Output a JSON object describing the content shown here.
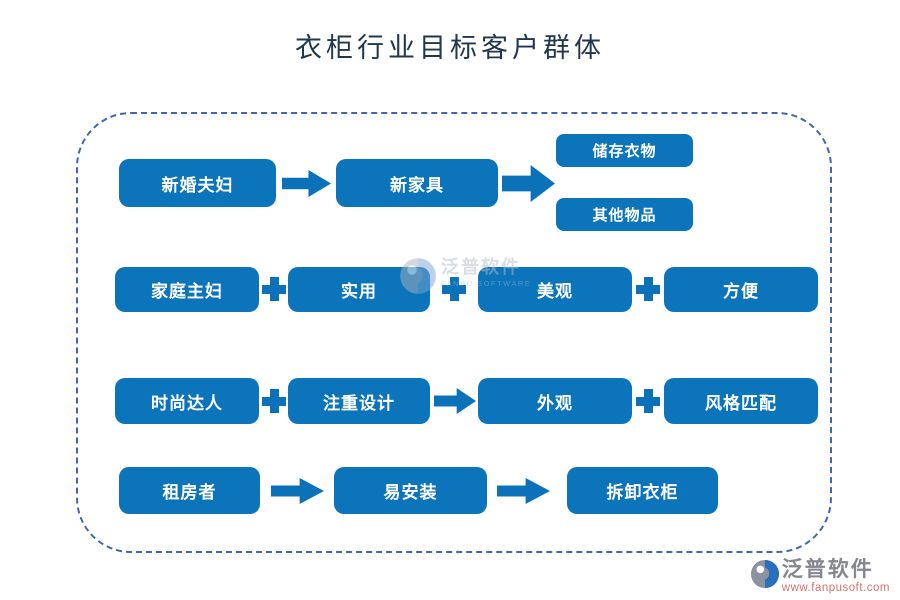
{
  "title": "衣柜行业目标客户群体",
  "rows": [
    {
      "labels": [
        "新婚夫妇",
        "新家具",
        "储存衣物",
        "其他物品"
      ]
    },
    {
      "labels": [
        "家庭主妇",
        "实用",
        "美观",
        "方便"
      ]
    },
    {
      "labels": [
        "时尚达人",
        "注重设计",
        "外观",
        "风格匹配"
      ]
    },
    {
      "labels": [
        "租房者",
        "易安装",
        "拆卸衣柜"
      ]
    }
  ],
  "icons": {
    "arrow": "block-arrow-right",
    "plus": "plus-cross",
    "logo": "fanpu-circle-logo"
  },
  "watermark": {
    "brand": "泛普软件",
    "subtitle": "FANPU SOFTWARE"
  },
  "footer": {
    "brand": "泛普软件",
    "url": "www.fanpusoft.com"
  },
  "colors": {
    "box_blue": "#0c74ba",
    "connector_blue": "#0b72b9",
    "frame_blue": "#3f66ae",
    "title_color": "#21374e",
    "box_text": "#ffffff",
    "watermark_gray": "#b3bcc8",
    "watermark_blue": "#93badd",
    "brand_gray": "#85868e",
    "url_red": "#d0736b"
  }
}
